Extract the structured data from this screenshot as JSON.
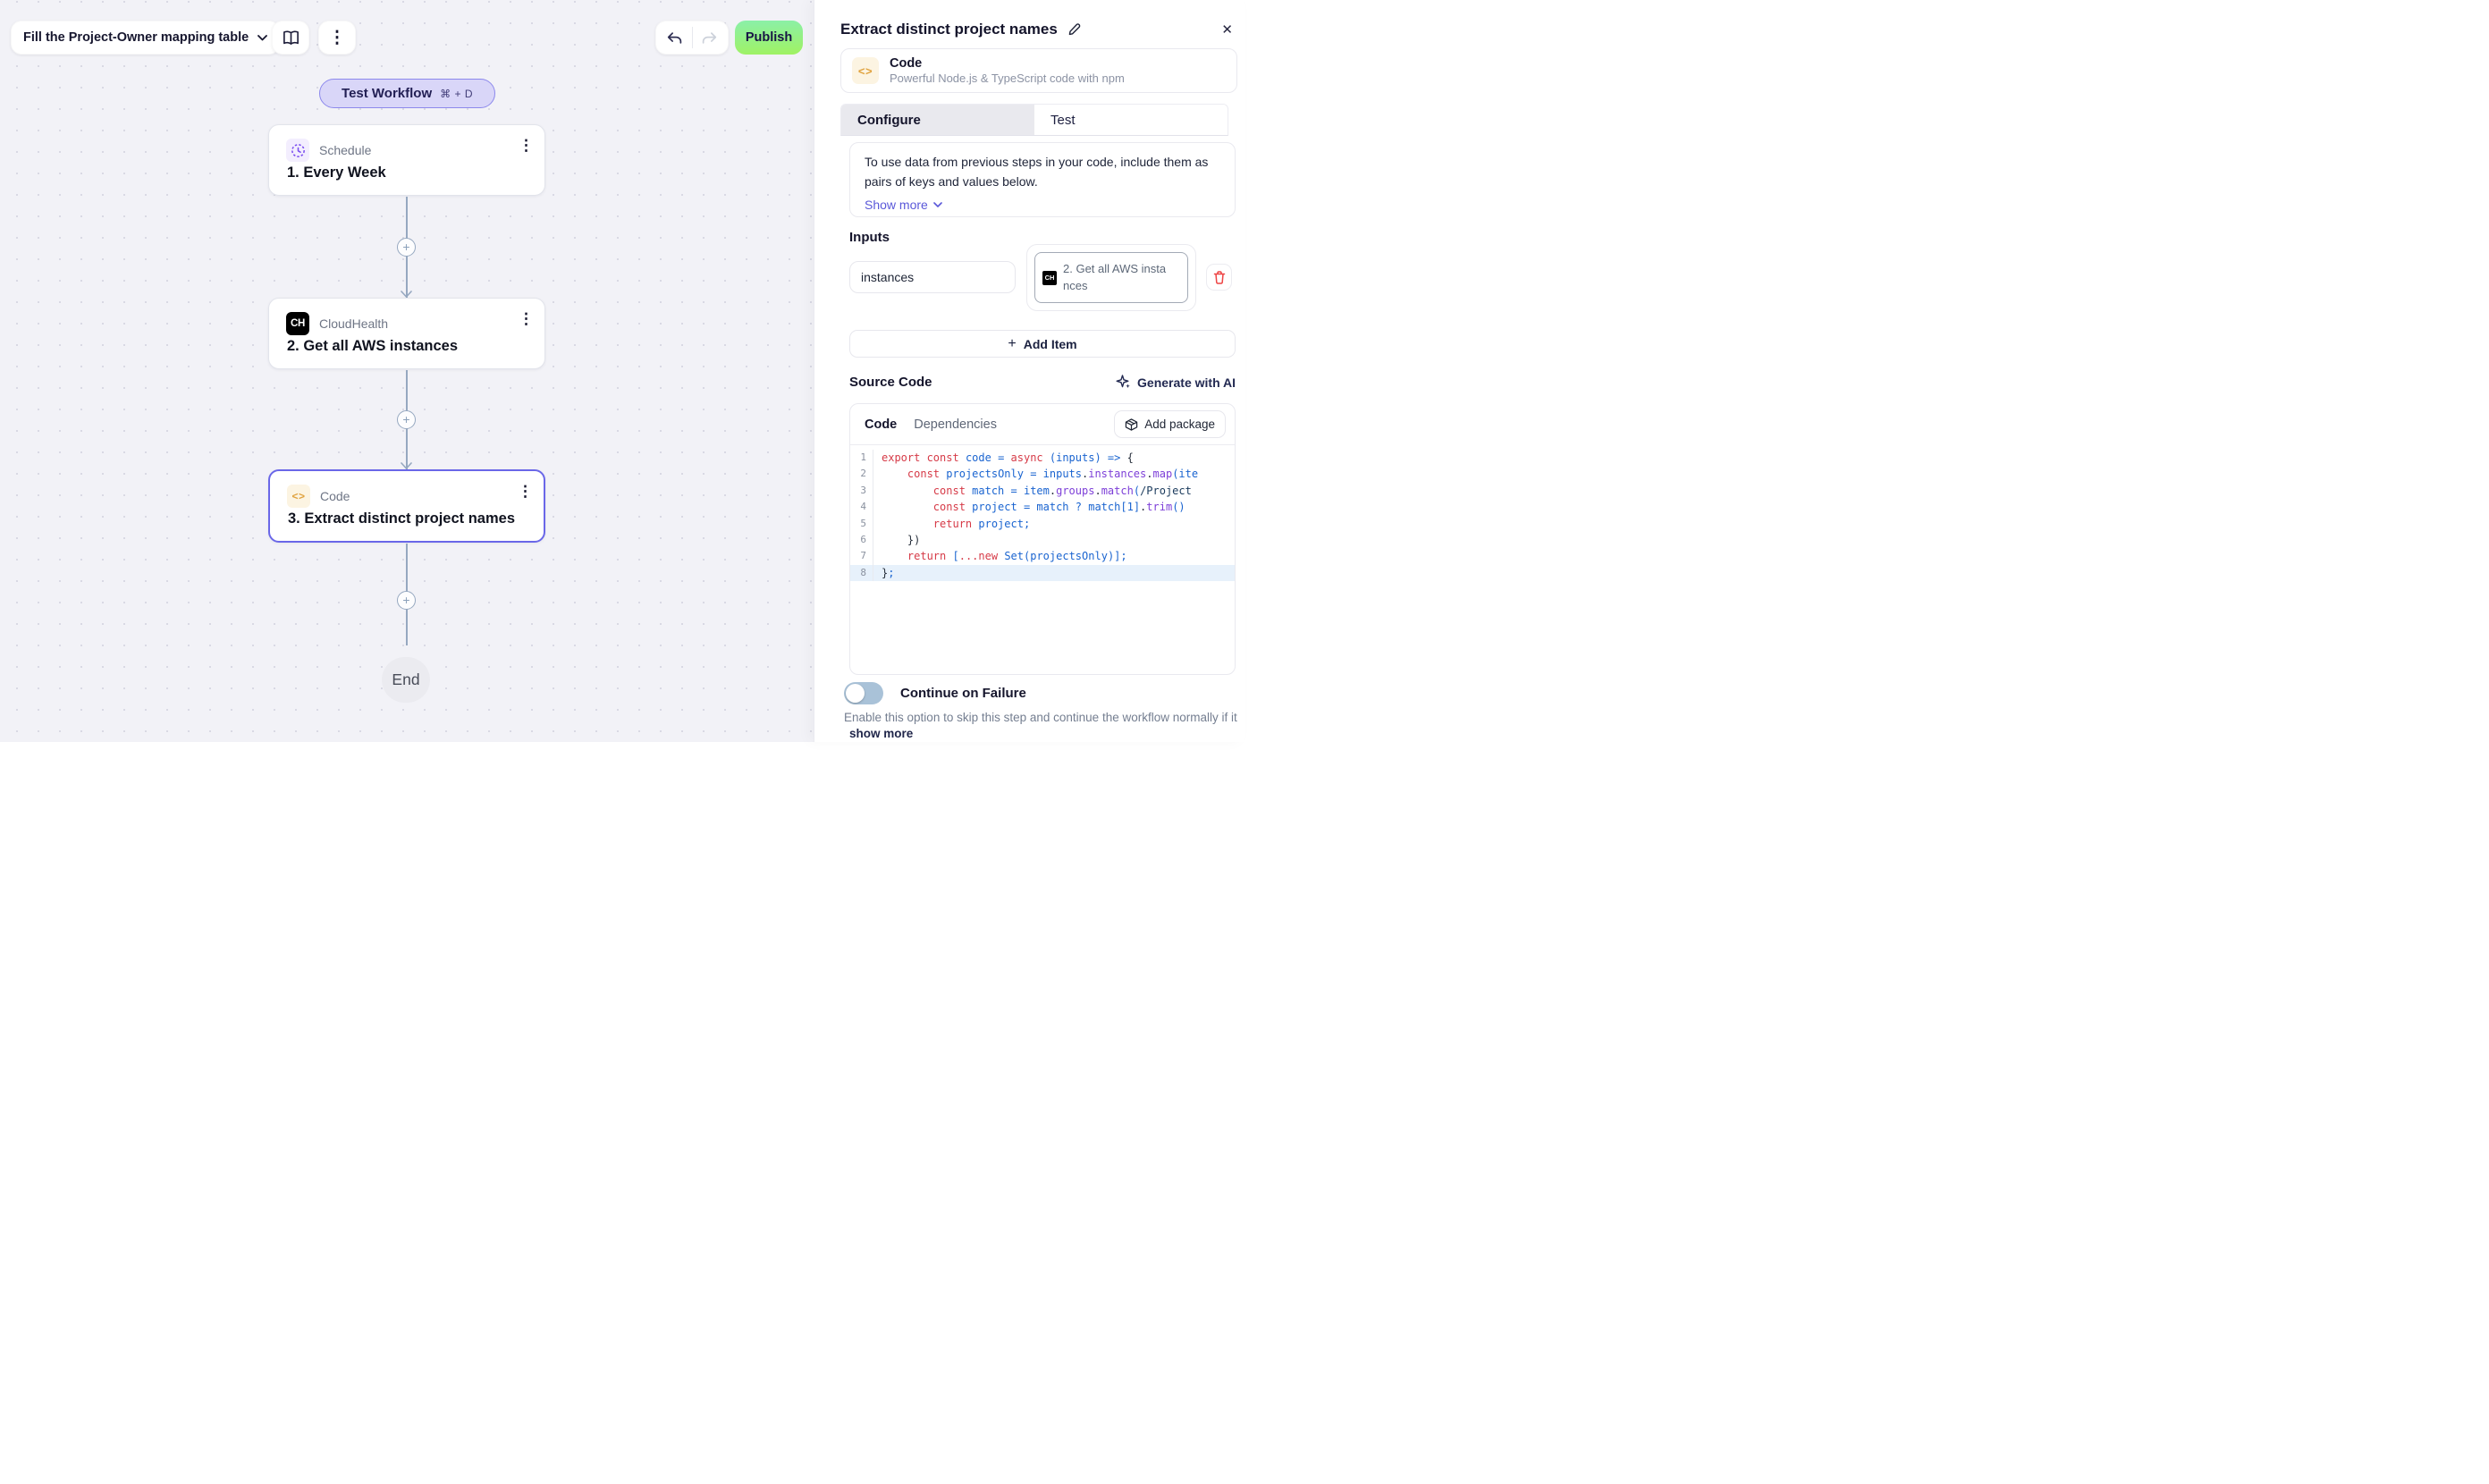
{
  "toolbar": {
    "workflow_selector_label": "Fill the Project-Owner mapping table",
    "publish_label": "Publish"
  },
  "canvas": {
    "test_button": {
      "label": "Test Workflow",
      "shortcut": "⌘ + D"
    },
    "nodes": [
      {
        "app": "Schedule",
        "title": "1. Every Week"
      },
      {
        "app": "CloudHealth",
        "title": "2. Get all AWS instances",
        "badge": "CH"
      },
      {
        "app": "Code",
        "title": "3. Extract distinct project names",
        "icon_glyph": "<>"
      }
    ],
    "end_label": "End"
  },
  "panel": {
    "title": "Extract distinct project names",
    "app_card": {
      "name": "Code",
      "description": "Powerful Node.js & TypeScript code with npm",
      "icon_glyph": "<>"
    },
    "tabs": {
      "configure": "Configure",
      "test": "Test"
    },
    "info": {
      "text": "To use data from previous steps in your code, include them as pairs of keys and values below.",
      "show_more": "Show more"
    },
    "inputs": {
      "label": "Inputs",
      "key_value": "instances",
      "value_tag": {
        "badge": "CH",
        "label": "2. Get all AWS instances"
      },
      "add_item_plus": "+",
      "add_item_label": "Add Item"
    },
    "source_code": {
      "label": "Source Code",
      "generate_label": "Generate with AI",
      "tab_code": "Code",
      "tab_dependencies": "Dependencies",
      "add_package_label": "Add package",
      "lines": [
        {
          "num": "1",
          "tokens": [
            [
              "k",
              "export "
            ],
            [
              "k",
              "const "
            ],
            [
              "i",
              "code "
            ],
            [
              "i",
              "= "
            ],
            [
              "k",
              "async "
            ],
            [
              "i",
              "("
            ],
            [
              "i",
              "inputs"
            ],
            [
              "i",
              ") "
            ],
            [
              "i",
              "=> "
            ],
            [
              "d",
              "{"
            ]
          ]
        },
        {
          "num": "2",
          "tokens": [
            [
              "w",
              "    "
            ],
            [
              "k",
              "const "
            ],
            [
              "i",
              "projectsOnly "
            ],
            [
              "i",
              "= "
            ],
            [
              "i",
              "inputs"
            ],
            [
              "d",
              "."
            ],
            [
              "p",
              "instances"
            ],
            [
              "d",
              "."
            ],
            [
              "p",
              "map"
            ],
            [
              "i",
              "("
            ],
            [
              "i",
              "ite"
            ]
          ]
        },
        {
          "num": "3",
          "tokens": [
            [
              "w",
              "        "
            ],
            [
              "k",
              "const "
            ],
            [
              "i",
              "match "
            ],
            [
              "i",
              "= "
            ],
            [
              "i",
              "item"
            ],
            [
              "d",
              "."
            ],
            [
              "p",
              "groups"
            ],
            [
              "d",
              "."
            ],
            [
              "p",
              "match"
            ],
            [
              "i",
              "("
            ],
            [
              "r",
              "/Project"
            ]
          ]
        },
        {
          "num": "4",
          "tokens": [
            [
              "w",
              "        "
            ],
            [
              "k",
              "const "
            ],
            [
              "i",
              "project "
            ],
            [
              "i",
              "= "
            ],
            [
              "i",
              "match "
            ],
            [
              "i",
              "? "
            ],
            [
              "i",
              "match"
            ],
            [
              "i",
              "["
            ],
            [
              "i",
              "1"
            ],
            [
              "i",
              "]"
            ],
            [
              "d",
              "."
            ],
            [
              "p",
              "trim"
            ],
            [
              "i",
              "()"
            ]
          ]
        },
        {
          "num": "5",
          "tokens": [
            [
              "w",
              "        "
            ],
            [
              "k",
              "return "
            ],
            [
              "i",
              "project"
            ],
            [
              "i",
              ";"
            ]
          ]
        },
        {
          "num": "6",
          "tokens": [
            [
              "w",
              "    "
            ],
            [
              "d",
              "})"
            ]
          ]
        },
        {
          "num": "7",
          "tokens": [
            [
              "w",
              "    "
            ],
            [
              "k",
              "return "
            ],
            [
              "i",
              "["
            ],
            [
              "k",
              "..."
            ],
            [
              "k",
              "new "
            ],
            [
              "i",
              "Set"
            ],
            [
              "i",
              "("
            ],
            [
              "i",
              "projectsOnly"
            ],
            [
              "i",
              ")"
            ],
            [
              "i",
              "]"
            ],
            [
              "i",
              ";"
            ]
          ]
        },
        {
          "num": "8",
          "active": true,
          "tokens": [
            [
              "d",
              "}"
            ],
            [
              "i",
              ";"
            ]
          ]
        }
      ]
    },
    "continue_on_failure": {
      "label": "Continue on Failure",
      "enabled": false,
      "description": "Enable this option to skip this step and continue the workflow normally if it fa...",
      "show_more": "show more"
    }
  },
  "colors": {
    "accent_purple": "#6a67e8",
    "publish_green": "#a0f262",
    "canvas_bg": "#f2f2f7",
    "link_purple": "#5a58d9",
    "danger_red": "#ee4343",
    "connector": "#96a8c0"
  }
}
